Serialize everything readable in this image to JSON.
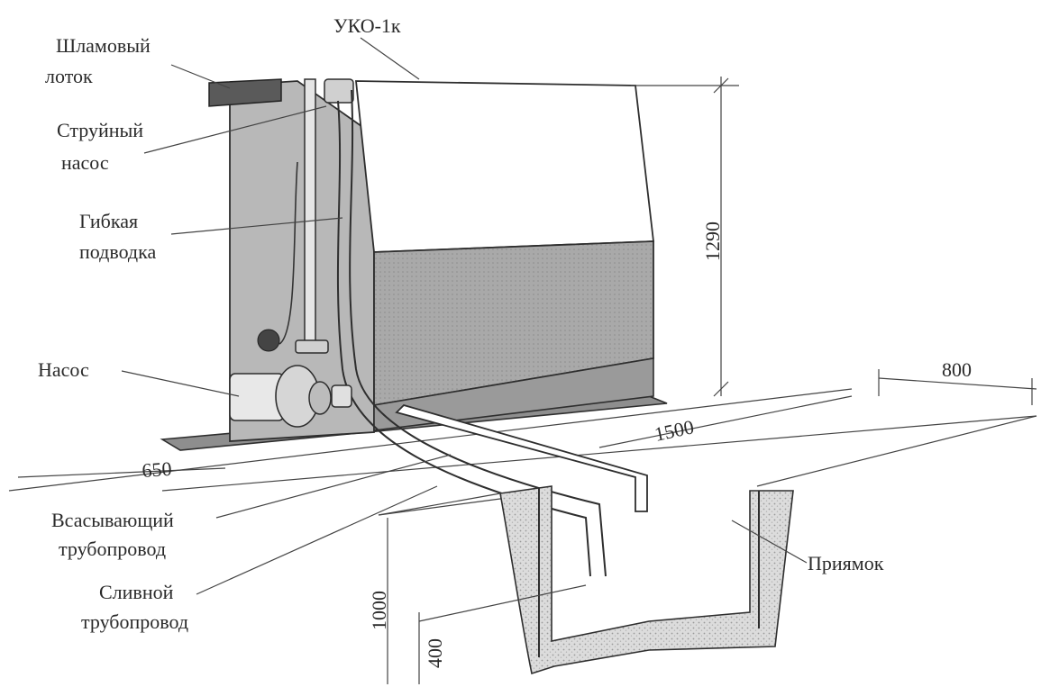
{
  "labels": {
    "unit": "УКО-1к",
    "sludge_tray": [
      "Шламовый",
      "лоток"
    ],
    "jet_pump": [
      "Струйный",
      "насос"
    ],
    "flex_hose": [
      "Гибкая",
      "подводка"
    ],
    "pump": "Насос",
    "suction_pipe": [
      "Всасывающий",
      "трубопровод"
    ],
    "drain_pipe": [
      "Сливной",
      "трубопровод"
    ],
    "pit": "Приямок"
  },
  "dimensions": {
    "height": "1290",
    "width": "800",
    "length": "1500",
    "depth_side": "650",
    "pit_depth": "1000",
    "pipe_level": "400"
  },
  "colors": {
    "ink": "#2e2e2e",
    "tank_gray": "#b4b4b4",
    "tank_dark": "#9c9c9c",
    "base": "#8a8a8a",
    "soil": "#d2d2d2"
  }
}
